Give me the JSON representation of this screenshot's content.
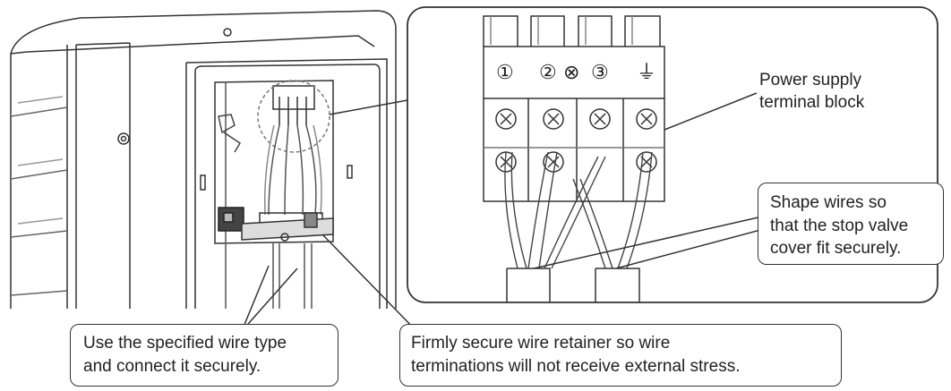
{
  "terminal_block": {
    "label_lines": [
      "Power supply",
      "terminal block"
    ],
    "terminal_marks": [
      "①",
      "②",
      "⊗",
      "③",
      "⏚"
    ]
  },
  "callouts": {
    "shape_wires": [
      "Shape wires so",
      "that the stop valve",
      "cover fit securely."
    ],
    "wire_type": [
      "Use the specified wire type",
      "and connect it securely."
    ],
    "retainer": [
      "Firmly secure wire retainer so wire",
      "terminations will not receive external stress."
    ]
  }
}
